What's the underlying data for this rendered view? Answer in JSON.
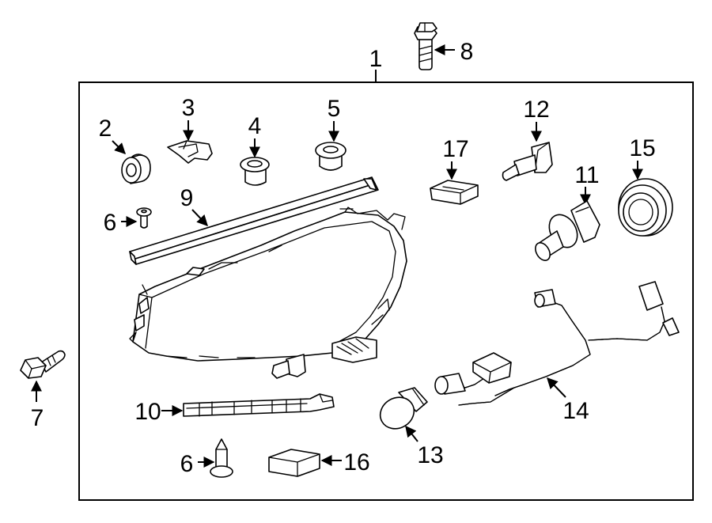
{
  "diagram": {
    "callouts": [
      {
        "id": "c1",
        "label": "1"
      },
      {
        "id": "c2",
        "label": "2"
      },
      {
        "id": "c3",
        "label": "3"
      },
      {
        "id": "c4",
        "label": "4"
      },
      {
        "id": "c5",
        "label": "5"
      },
      {
        "id": "c6a",
        "label": "6"
      },
      {
        "id": "c6b",
        "label": "6"
      },
      {
        "id": "c7",
        "label": "7"
      },
      {
        "id": "c8",
        "label": "8"
      },
      {
        "id": "c9",
        "label": "9"
      },
      {
        "id": "c10",
        "label": "10"
      },
      {
        "id": "c11",
        "label": "11"
      },
      {
        "id": "c12",
        "label": "12"
      },
      {
        "id": "c13",
        "label": "13"
      },
      {
        "id": "c14",
        "label": "14"
      },
      {
        "id": "c15",
        "label": "15"
      },
      {
        "id": "c16",
        "label": "16"
      },
      {
        "id": "c17",
        "label": "17"
      }
    ]
  }
}
